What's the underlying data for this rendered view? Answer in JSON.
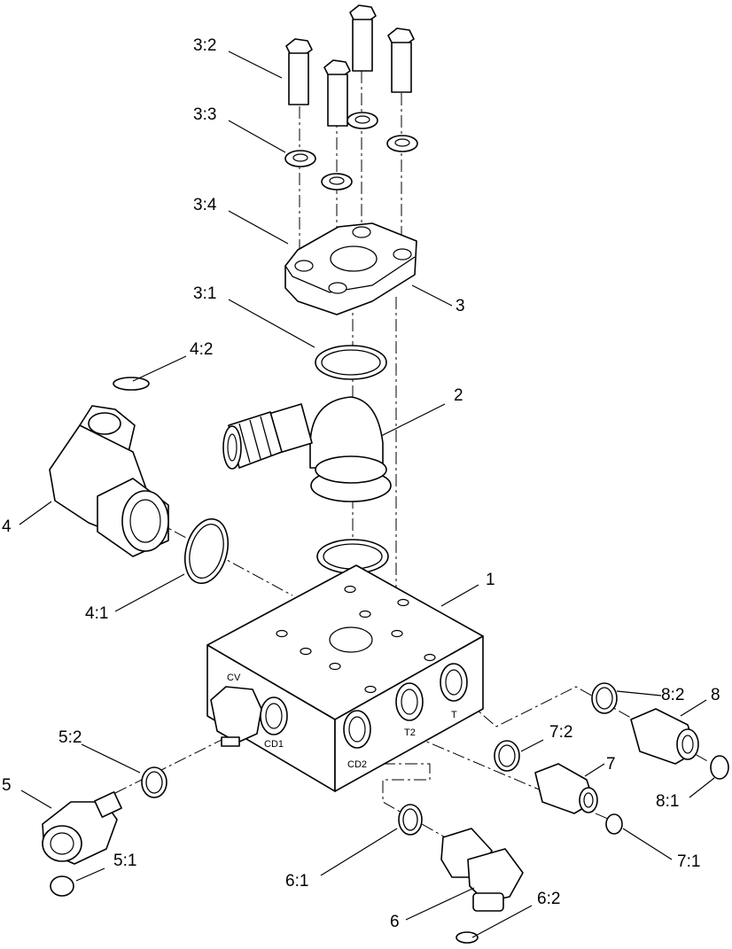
{
  "callouts": [
    {
      "id": "1",
      "label": "1"
    },
    {
      "id": "2",
      "label": "2"
    },
    {
      "id": "3",
      "label": "3"
    },
    {
      "id": "3-1",
      "label": "3:1"
    },
    {
      "id": "3-2",
      "label": "3:2"
    },
    {
      "id": "3-3",
      "label": "3:3"
    },
    {
      "id": "3-4",
      "label": "3:4"
    },
    {
      "id": "4",
      "label": "4"
    },
    {
      "id": "4-1",
      "label": "4:1"
    },
    {
      "id": "4-2",
      "label": "4:2"
    },
    {
      "id": "5",
      "label": "5"
    },
    {
      "id": "5-1",
      "label": "5:1"
    },
    {
      "id": "5-2",
      "label": "5:2"
    },
    {
      "id": "6",
      "label": "6"
    },
    {
      "id": "6-1",
      "label": "6:1"
    },
    {
      "id": "6-2",
      "label": "6:2"
    },
    {
      "id": "7",
      "label": "7"
    },
    {
      "id": "7-1",
      "label": "7:1"
    },
    {
      "id": "7-2",
      "label": "7:2"
    },
    {
      "id": "8",
      "label": "8"
    },
    {
      "id": "8-1",
      "label": "8:1"
    },
    {
      "id": "8-2",
      "label": "8:2"
    }
  ],
  "port_labels": {
    "cv": "CV",
    "cd1": "CD1",
    "cd2": "CD2",
    "t2": "T2",
    "t": "T"
  }
}
